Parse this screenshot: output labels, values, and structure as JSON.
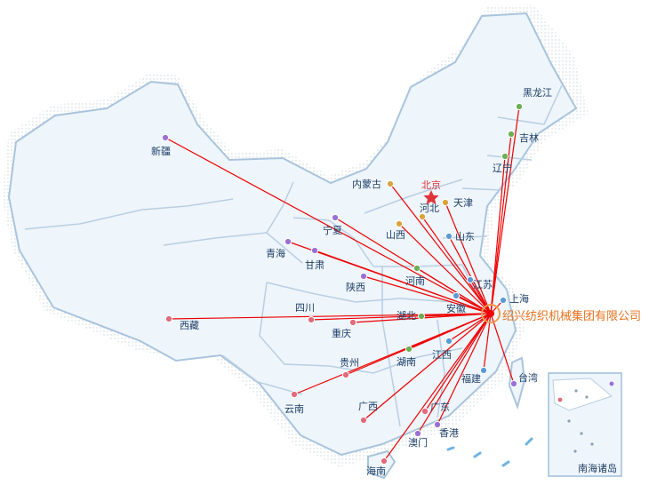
{
  "map": {
    "company_label": "绍兴纺织机械集团有限公司",
    "capital_label": "北京",
    "inset_label": "南海诸岛",
    "colors": {
      "land": "#eef5fb",
      "border": "#a9c4dd",
      "lines": "#ee0000",
      "company_text": "#e8711c",
      "province_text": "#1e3f66"
    },
    "provinces": [
      {
        "key": "xinjiang",
        "name": "新疆",
        "dot": "#9b6fd6"
      },
      {
        "key": "xizang",
        "name": "西藏",
        "dot": "#e26a7a"
      },
      {
        "key": "qinghai",
        "name": "青海",
        "dot": "#9b6fd6"
      },
      {
        "key": "gansu",
        "name": "甘肃",
        "dot": "#9b6fd6"
      },
      {
        "key": "ningxia",
        "name": "宁夏",
        "dot": "#9b6fd6"
      },
      {
        "key": "neimenggu",
        "name": "内蒙古",
        "dot": "#d9a43c"
      },
      {
        "key": "heilongjiang",
        "name": "黑龙江",
        "dot": "#6aae55"
      },
      {
        "key": "jilin",
        "name": "吉林",
        "dot": "#6aae55"
      },
      {
        "key": "liaoning",
        "name": "辽宁",
        "dot": "#6aae55"
      },
      {
        "key": "tianjin",
        "name": "天津",
        "dot": "#d9a43c"
      },
      {
        "key": "hebei",
        "name": "河北",
        "dot": "#d9a43c"
      },
      {
        "key": "shanxi",
        "name": "山西",
        "dot": "#d9a43c"
      },
      {
        "key": "shandong",
        "name": "山东",
        "dot": "#5b9bd5"
      },
      {
        "key": "shaanxi",
        "name": "陕西",
        "dot": "#9b6fd6"
      },
      {
        "key": "henan",
        "name": "河南",
        "dot": "#6aae55"
      },
      {
        "key": "jiangsu",
        "name": "江苏",
        "dot": "#5b9bd5"
      },
      {
        "key": "shanghai",
        "name": "上海",
        "dot": "#5b9bd5"
      },
      {
        "key": "anhui",
        "name": "安徽",
        "dot": "#5b9bd5"
      },
      {
        "key": "hubei",
        "name": "湖北",
        "dot": "#6aae55"
      },
      {
        "key": "sichuan",
        "name": "四川",
        "dot": "#e26a7a"
      },
      {
        "key": "chongqing",
        "name": "重庆",
        "dot": "#e26a7a"
      },
      {
        "key": "guizhou",
        "name": "贵州",
        "dot": "#e26a7a"
      },
      {
        "key": "hunan",
        "name": "湖南",
        "dot": "#6aae55"
      },
      {
        "key": "jiangxi",
        "name": "江西",
        "dot": "#5b9bd5"
      },
      {
        "key": "fujian",
        "name": "福建",
        "dot": "#5b9bd5"
      },
      {
        "key": "taiwan",
        "name": "台湾",
        "dot": "#9b6fd6"
      },
      {
        "key": "yunnan",
        "name": "云南",
        "dot": "#e26a7a"
      },
      {
        "key": "guangxi",
        "name": "广西",
        "dot": "#e26a7a"
      },
      {
        "key": "guangdong",
        "name": "广东",
        "dot": "#e26a7a"
      },
      {
        "key": "xianggang",
        "name": "香港",
        "dot": "#9b6fd6"
      },
      {
        "key": "aomen",
        "name": "澳门",
        "dot": "#9b6fd6"
      },
      {
        "key": "hainan",
        "name": "海南",
        "dot": "#e26a7a"
      }
    ]
  }
}
